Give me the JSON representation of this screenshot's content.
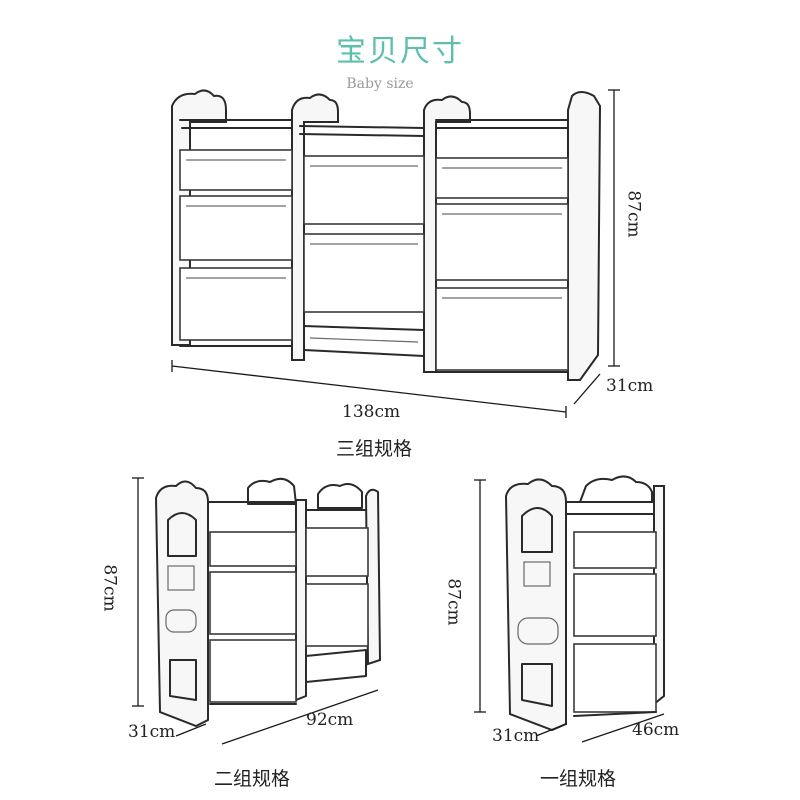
{
  "header": {
    "title": "宝贝尺寸",
    "subtitle": "Baby size",
    "title_color": "#5fbfae"
  },
  "units": [
    {
      "caption": "三组规格",
      "width": "138cm",
      "height": "87cm",
      "depth": "31cm"
    },
    {
      "caption": "二组规格",
      "width": "92cm",
      "height": "87cm",
      "depth": "31cm"
    },
    {
      "caption": "一组规格",
      "width": "46cm",
      "height": "87cm",
      "depth": "31cm"
    }
  ]
}
